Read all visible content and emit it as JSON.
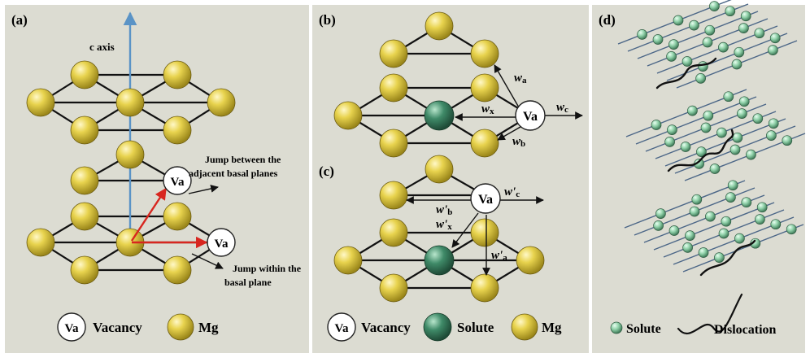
{
  "panels": {
    "a": {
      "label": "(a)",
      "c_axis": "c axis",
      "vacancy_symbol": "Va",
      "jump_between_line1": "Jump between the",
      "jump_between_line2": "adjacent basal planes",
      "jump_within_line1": "Jump within the",
      "jump_within_line2": "basal plane",
      "legend": {
        "vacancy_symbol": "Va",
        "vacancy": "Vacancy",
        "mg": "Mg"
      }
    },
    "b": {
      "label": "(b)",
      "vacancy_symbol": "Va",
      "wa": "w",
      "wa_sub": "a",
      "wx": "w",
      "wx_sub": "x",
      "wc": "w",
      "wc_sub": "c",
      "wb": "w",
      "wb_sub": "b"
    },
    "c": {
      "label": "(c)",
      "vacancy_symbol": "Va",
      "wc": "w'",
      "wc_sub": "c",
      "wb": "w'",
      "wb_sub": "b",
      "wx": "w'",
      "wx_sub": "x",
      "wa": "w'",
      "wa_sub": "a"
    },
    "bc_legend": {
      "vacancy_symbol": "Va",
      "vacancy": "Vacancy",
      "solute": "Solute",
      "mg": "Mg"
    },
    "d": {
      "label": "(d)",
      "legend": {
        "solute": "Solute",
        "dislocation": "Dislocation"
      }
    }
  },
  "colors": {
    "panel_bg": "#dcdcd2",
    "mg_atom": "#e2cf45",
    "solute_atom": "#3f8a68",
    "small_solute": "#8fd0a8",
    "c_axis": "#5a93c6",
    "jump_arrow": "#d8261f",
    "plane_line": "#4b6687"
  }
}
